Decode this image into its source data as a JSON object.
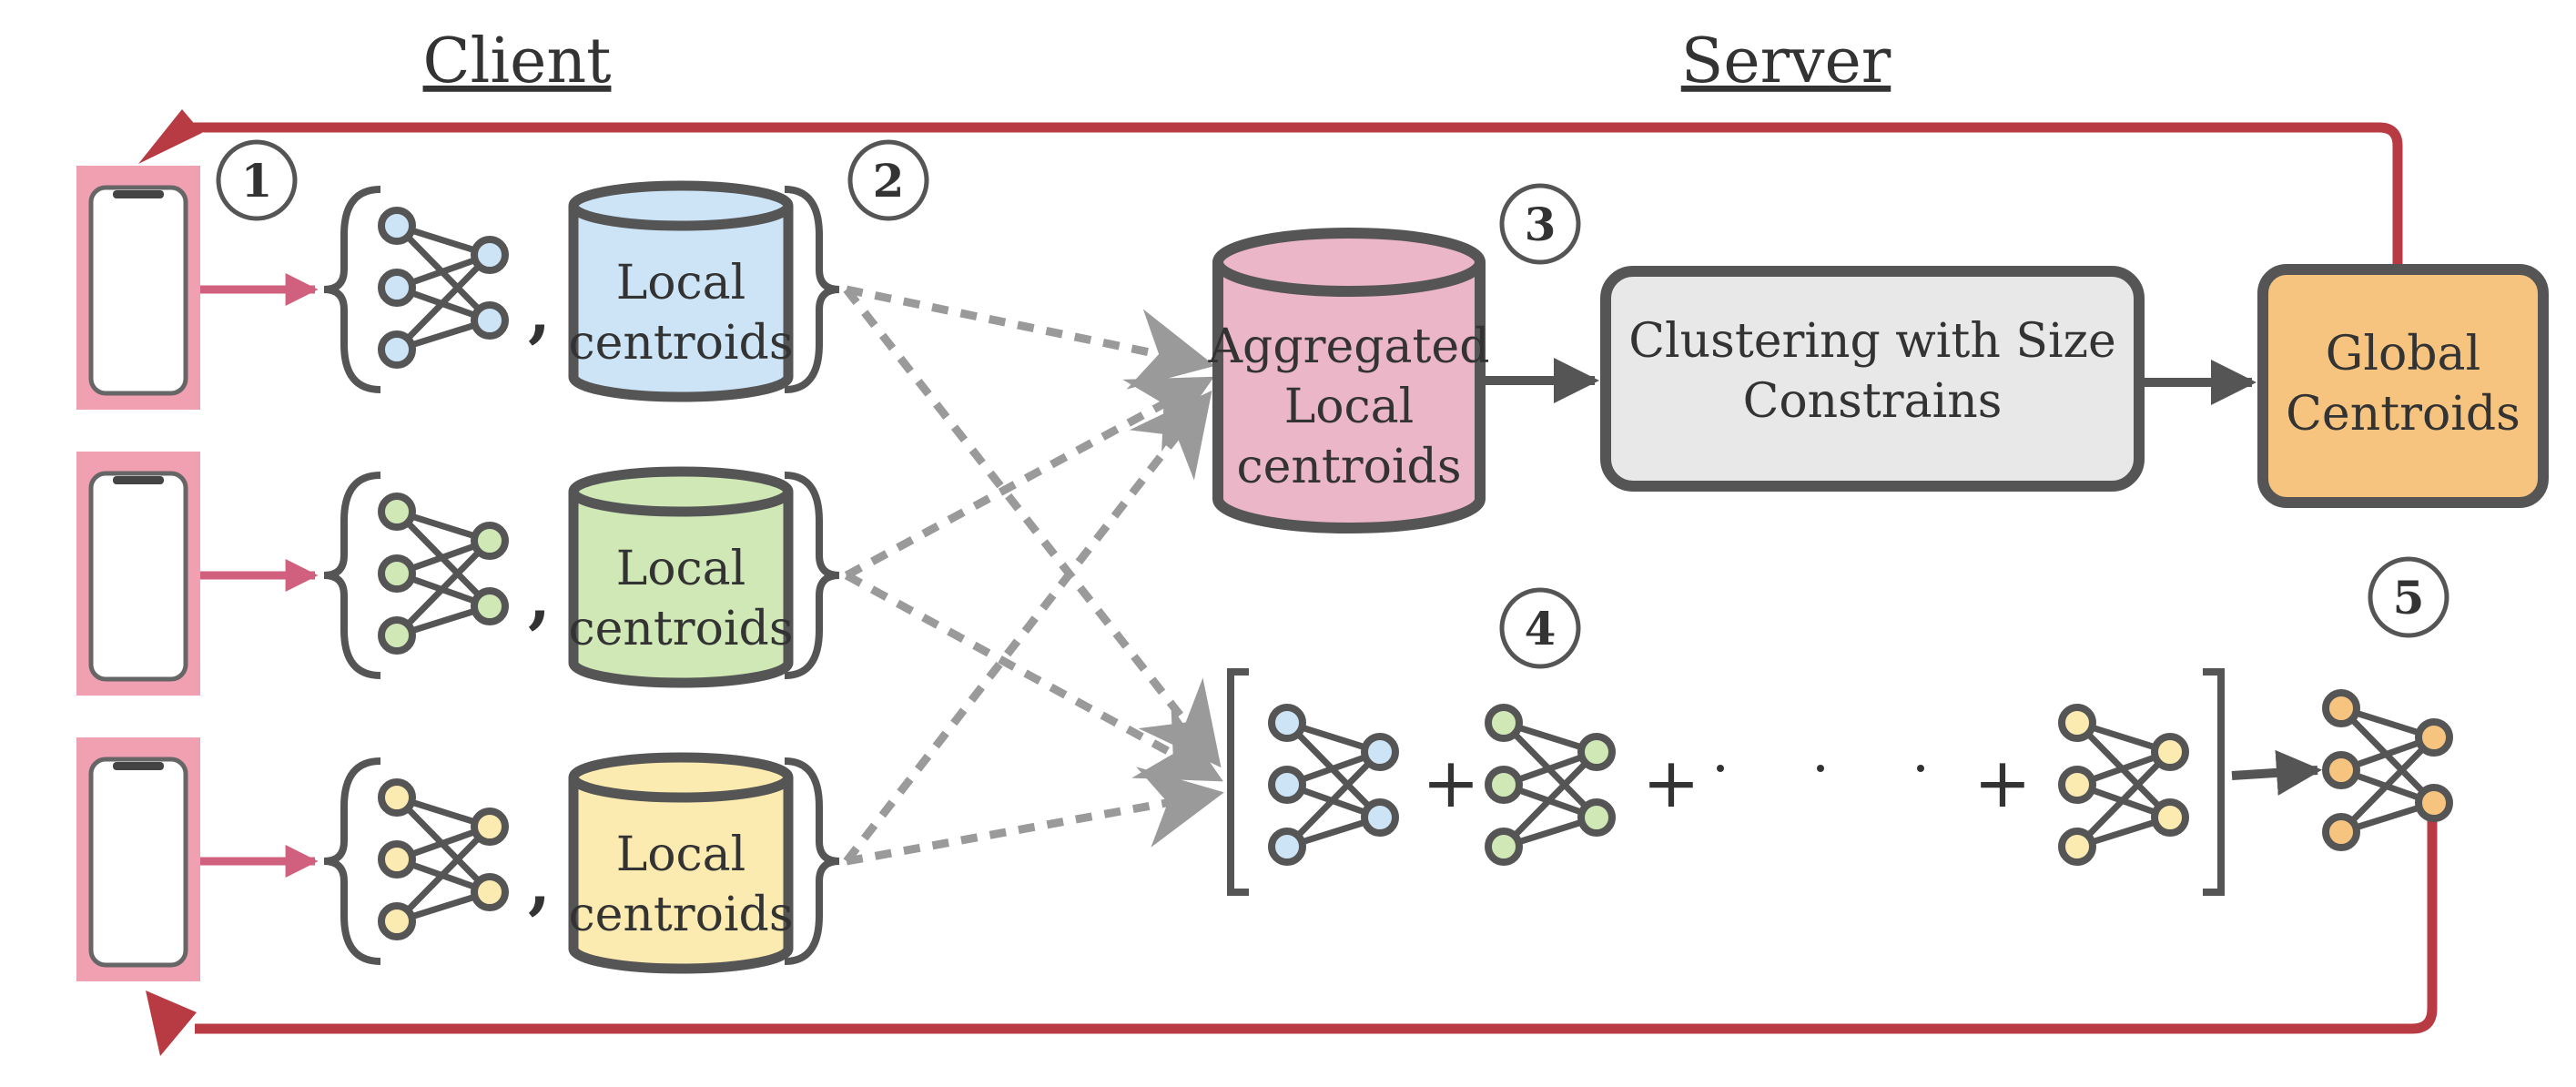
{
  "titles": {
    "client": "Client",
    "server": "Server"
  },
  "steps": [
    "1",
    "2",
    "3",
    "4",
    "5"
  ],
  "clients": [
    {
      "db_line1": "Local",
      "db_line2": "centroids",
      "db_fill": "#cde4f6",
      "node_fill": "#cde4f6"
    },
    {
      "db_line1": "Local",
      "db_line2": "centroids",
      "db_fill": "#cfe8b6",
      "node_fill": "#cfe8b6"
    },
    {
      "db_line1": "Local",
      "db_line2": "centroids",
      "db_fill": "#fcebb0",
      "node_fill": "#fcebb0"
    }
  ],
  "comma": ",",
  "aggregated": {
    "line1": "Aggregated",
    "line2": "Local",
    "line3": "centroids",
    "fill": "#ebb6c8"
  },
  "clustering": {
    "line1": "Clustering with Size",
    "line2": "Constrains",
    "fill": "#e8e8e8"
  },
  "global": {
    "line1": "Global",
    "line2": "Centroids",
    "fill": "#f6c47e"
  },
  "sum": {
    "plus": "+",
    "node_fills": [
      "#cde4f6",
      "#cfe8b6",
      "#fcebb0"
    ]
  },
  "result_node_fill": "#f6c47e",
  "colors": {
    "feedback": "#b83a42",
    "phone_bg": "#f1a0b2",
    "upload_arrow": "#d0607e",
    "stroke": "#555555",
    "dashed": "#9a9a9a"
  }
}
